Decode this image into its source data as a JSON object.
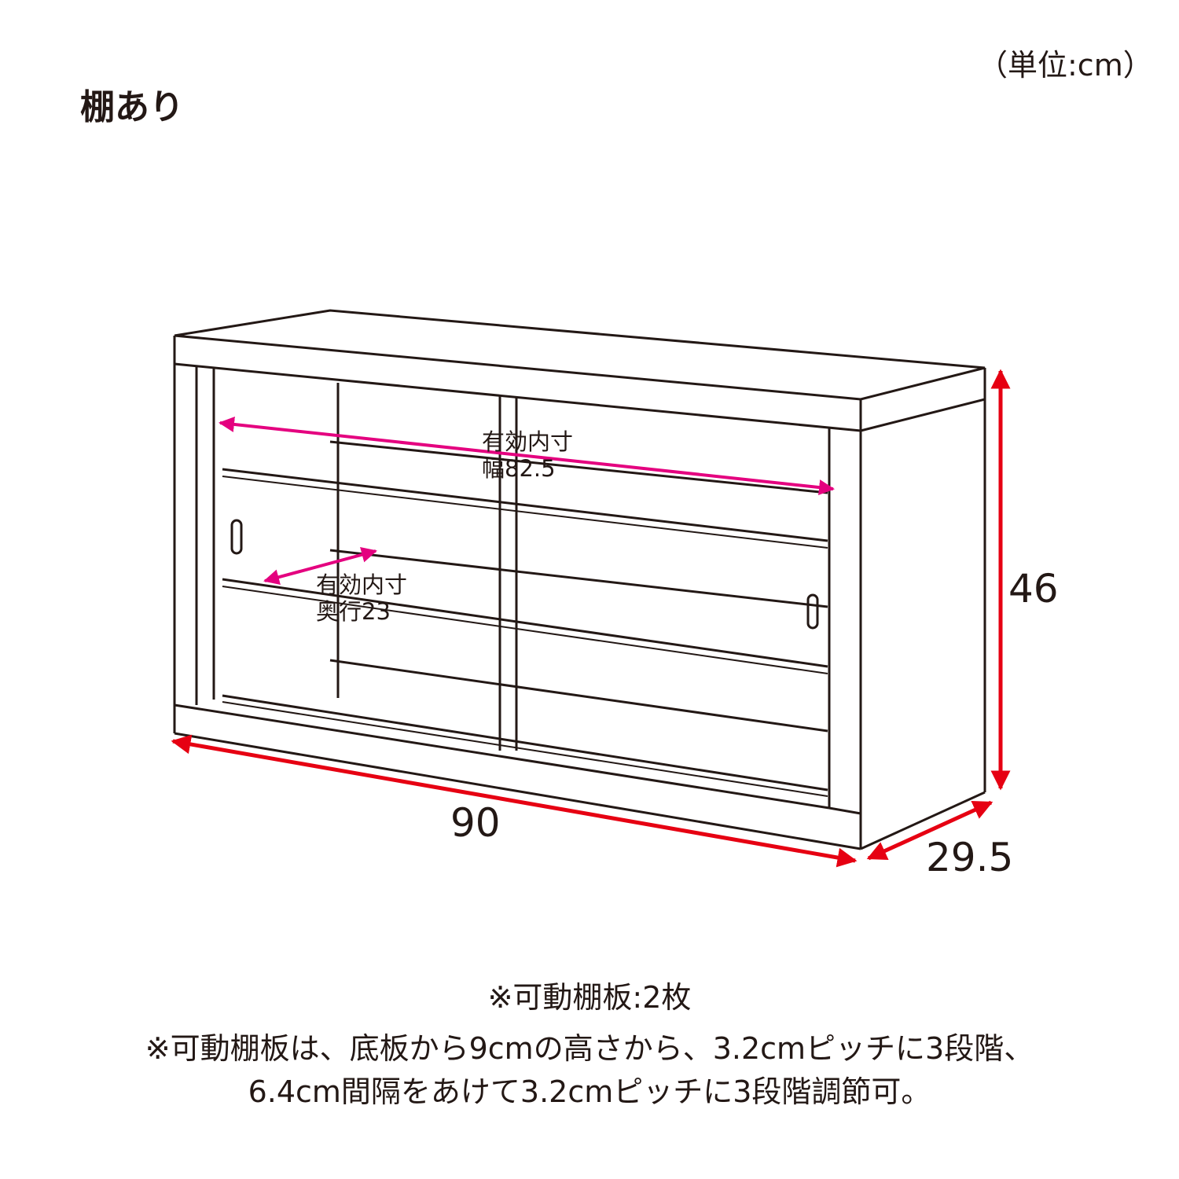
{
  "title": "棚あり",
  "unit": "（単位:cm）",
  "dimensions": {
    "width": "90",
    "height": "46",
    "depth": "29.5"
  },
  "inner_width": {
    "line1": "有効内寸",
    "line2": "幅82.5"
  },
  "inner_depth": {
    "line1": "有効内寸",
    "line2": "奥行23"
  },
  "notes": [
    "※可動棚板:2枚",
    "※可動棚板は、底板から9cmの高さから、3.2cmピッチに3段階、",
    "6.4cm間隔をあけて3.2cmピッチに3段階調節可。"
  ],
  "colors": {
    "outline": "#231815",
    "outer_dim": "#e60012",
    "inner_dim": "#e4007f"
  }
}
